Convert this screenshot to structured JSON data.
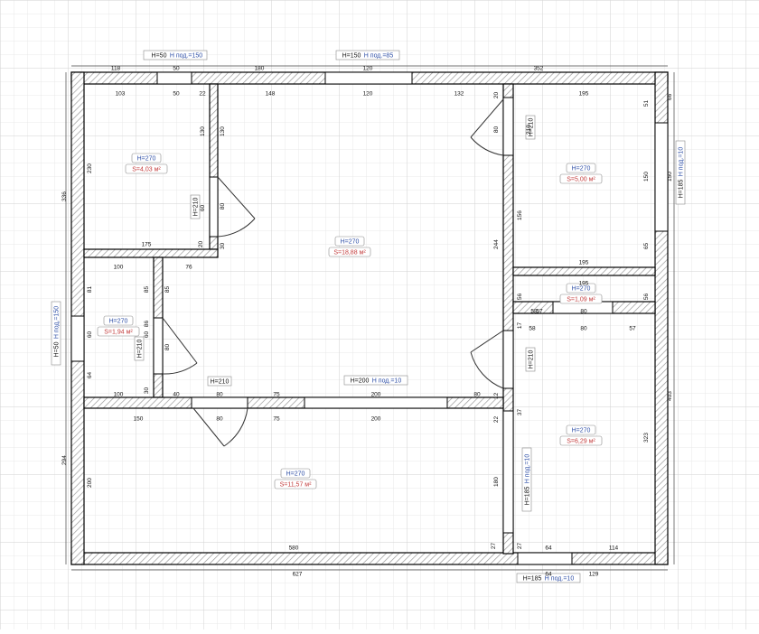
{
  "colors": {
    "grid_minor": "#e6e6e6",
    "grid_major": "#d0d0d0",
    "wall_stroke": "#000000",
    "dim_text": "#111111",
    "height_label": "#2d4ea6",
    "area_label": "#c23a3a",
    "badge_border": "#8a8a8a"
  },
  "rooms": [
    {
      "height": "H=270",
      "area": "S=4,03 м²"
    },
    {
      "height": "H=270",
      "area": "S=18,88 м²"
    },
    {
      "height": "H=270",
      "area": "S=5,00 м²"
    },
    {
      "height": "H=270",
      "area": "S=1,09 м²"
    },
    {
      "height": "H=270",
      "area": "S=1,94 м²"
    },
    {
      "height": "H=270",
      "area": "S=6,29 м²"
    },
    {
      "height": "H=270",
      "area": "S=11,57 м²"
    }
  ],
  "windows": [
    {
      "h": "H=50",
      "sill": "H под.=150"
    },
    {
      "h": "H=150",
      "sill": "H под.=85"
    },
    {
      "h": "H=185",
      "sill": "H под.=10"
    },
    {
      "h": "H=50",
      "sill": "H под.=150"
    },
    {
      "h": "H=185",
      "sill": "H под.=10"
    },
    {
      "h": "H=185",
      "sill": "H под.=10"
    },
    {
      "h": "H=200",
      "sill": "H под.=10"
    }
  ],
  "doors": [
    "H=210",
    "H=210",
    "H=210",
    "H=210",
    "H=210"
  ],
  "dims": [
    "118",
    "50",
    "180",
    "120",
    "352",
    "103",
    "50",
    "22",
    "148",
    "120",
    "132",
    "20",
    "195",
    "66",
    "130",
    "130",
    "80",
    "210",
    "51",
    "230",
    "150",
    "150",
    "336",
    "80",
    "60",
    "244",
    "156",
    "175",
    "20",
    "30",
    "195",
    "65",
    "100",
    "76",
    "195",
    "85",
    "85",
    "58",
    "80",
    "56",
    "56",
    "81",
    "60",
    "60",
    "86",
    "80",
    "17",
    "58",
    "80",
    "57",
    "57",
    "64",
    "100",
    "30",
    "40",
    "80",
    "75",
    "200",
    "80",
    "12",
    "37",
    "403",
    "150",
    "80",
    "75",
    "200",
    "22",
    "323",
    "294",
    "200",
    "180",
    "580",
    "27",
    "27",
    "64",
    "114",
    "627",
    "64",
    "129"
  ]
}
